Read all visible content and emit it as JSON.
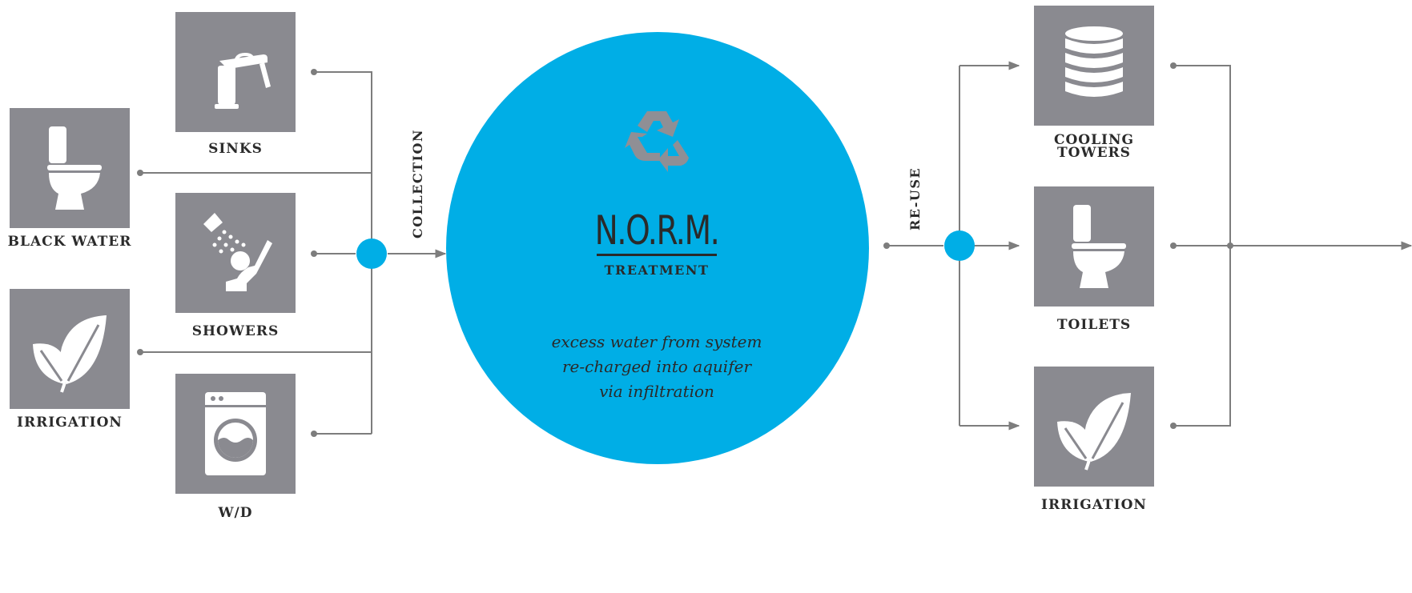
{
  "colors": {
    "accent": "#00aee6",
    "tile": "#8a8a90",
    "line": "#7d7d7d",
    "text": "#2b2b2b"
  },
  "sources": [
    {
      "id": "sinks",
      "label": "SINKS",
      "icon": "faucet-icon"
    },
    {
      "id": "black-water",
      "label": "BLACK WATER",
      "icon": "toilet-icon"
    },
    {
      "id": "showers",
      "label": "SHOWERS",
      "icon": "shower-icon"
    },
    {
      "id": "irrigation-source",
      "label": "IRRIGATION",
      "icon": "leaf-icon"
    },
    {
      "id": "wd",
      "label": "W/D",
      "icon": "washing-machine-icon"
    }
  ],
  "collection_label": "COLLECTION",
  "treatment": {
    "title": "N.O.R.M.",
    "subtitle": "TREATMENT",
    "note": "excess water from system\nre-charged into aquifer\nvia infiltration",
    "icon": "recycle-icon"
  },
  "reuse_label": "RE-USE",
  "destinations": [
    {
      "id": "cooling-towers",
      "label": "COOLING\nTOWERS",
      "icon": "cooling-tower-icon"
    },
    {
      "id": "toilets",
      "label": "TOILETS",
      "icon": "toilet-icon"
    },
    {
      "id": "irrigation-dest",
      "label": "IRRIGATION",
      "icon": "leaf-icon"
    }
  ]
}
